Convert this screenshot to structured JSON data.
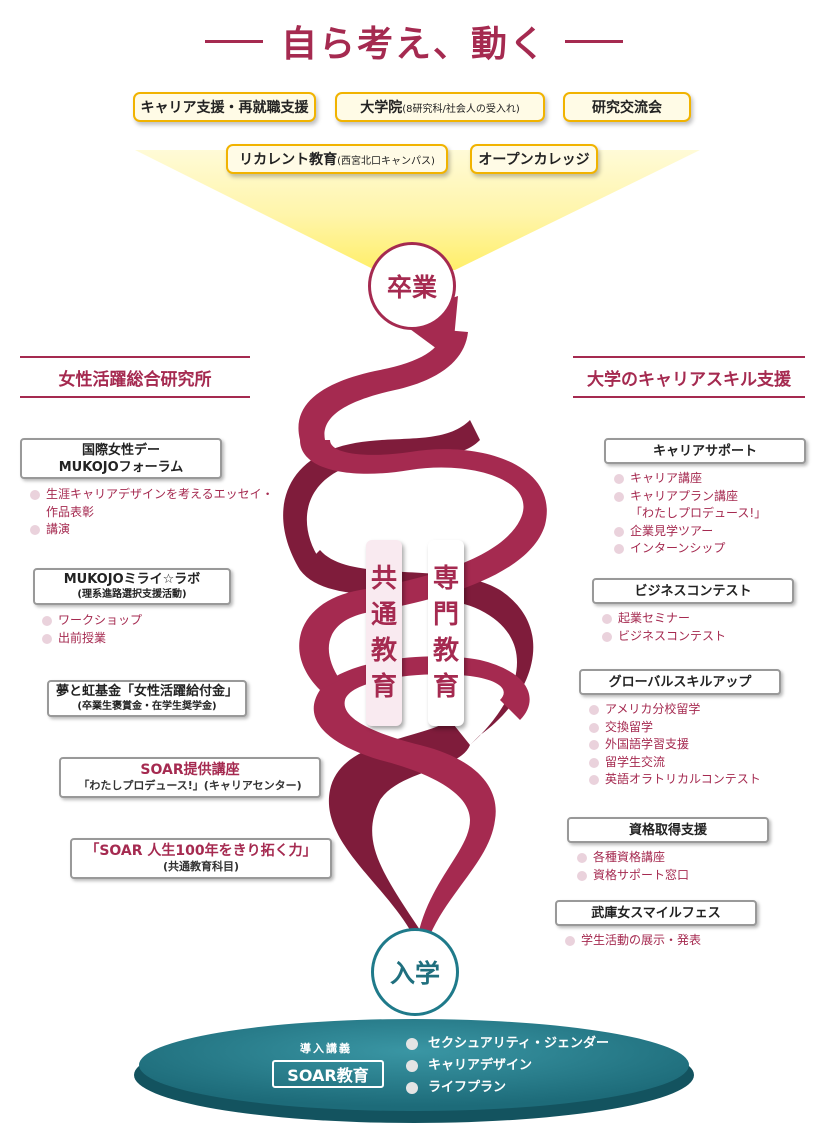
{
  "title": "自ら考え、動く",
  "top_boxes": {
    "career_support": "キャリア支援・再就職支援",
    "grad_main": "大学院",
    "grad_sub": "(8研究科/社会人の受入れ)",
    "research": "研究交流会",
    "recurrent_main": "リカレント教育",
    "recurrent_sub": "(西宮北口キャンパス)",
    "open_college": "オープンカレッジ"
  },
  "graduation": "卒業",
  "entrance": "入学",
  "left": {
    "header": "女性活躍総合研究所",
    "box1_line1": "国際女性デー",
    "box1_line2": "MUKOJOフォーラム",
    "list1": [
      "生涯キャリアデザインを考えるエッセイ・",
      "作品表彰",
      "講演"
    ],
    "box2_line1": "MUKOJOミライ☆ラボ",
    "box2_line2": "(理系進路選択支援活動)",
    "list2": [
      "ワークショップ",
      "出前授業"
    ],
    "box3_line1": "夢と虹基金「女性活躍給付金」",
    "box3_line2": "(卒業生褒賞金・在学生奨学金)",
    "box4_line1": "SOAR提供講座",
    "box4_line2": "「わたしプロデュース!」(キャリアセンター)",
    "box5_line1": "「SOAR 人生100年をきり拓く力」",
    "box5_line2": "(共通教育科目)"
  },
  "right": {
    "header": "大学のキャリアスキル支援",
    "box1": "キャリアサポート",
    "list1": [
      "キャリア講座",
      "キャリアプラン講座",
      "「わたしプロデュース!」",
      "企業見学ツアー",
      "インターンシップ"
    ],
    "box2": "ビジネスコンテスト",
    "list2": [
      "起業セミナー",
      "ビジネスコンテスト"
    ],
    "box3": "グローバルスキルアップ",
    "list3": [
      "アメリカ分校留学",
      "交換留学",
      "外国語学習支援",
      "留学生交流",
      "英語オラトリカルコンテスト"
    ],
    "box4": "資格取得支援",
    "list4": [
      "各種資格講座",
      "資格サポート窓口"
    ],
    "box5": "武庫女スマイルフェス",
    "list5": [
      "学生活動の展示・発表"
    ]
  },
  "center": {
    "common_edu": [
      "共",
      "通",
      "教",
      "育"
    ],
    "specialized_edu": [
      "専",
      "門",
      "教",
      "育"
    ]
  },
  "base": {
    "intro_label": "導入講義",
    "soar": "SOAR教育",
    "items": [
      "セクシュアリティ・ジェンダー",
      "キャリアデザイン",
      "ライフプラン"
    ]
  },
  "colors": {
    "burgundy": "#a52a50",
    "teal": "#2a7f8e",
    "gold": "#f1b300",
    "light_yellow": "#fff4a8"
  }
}
